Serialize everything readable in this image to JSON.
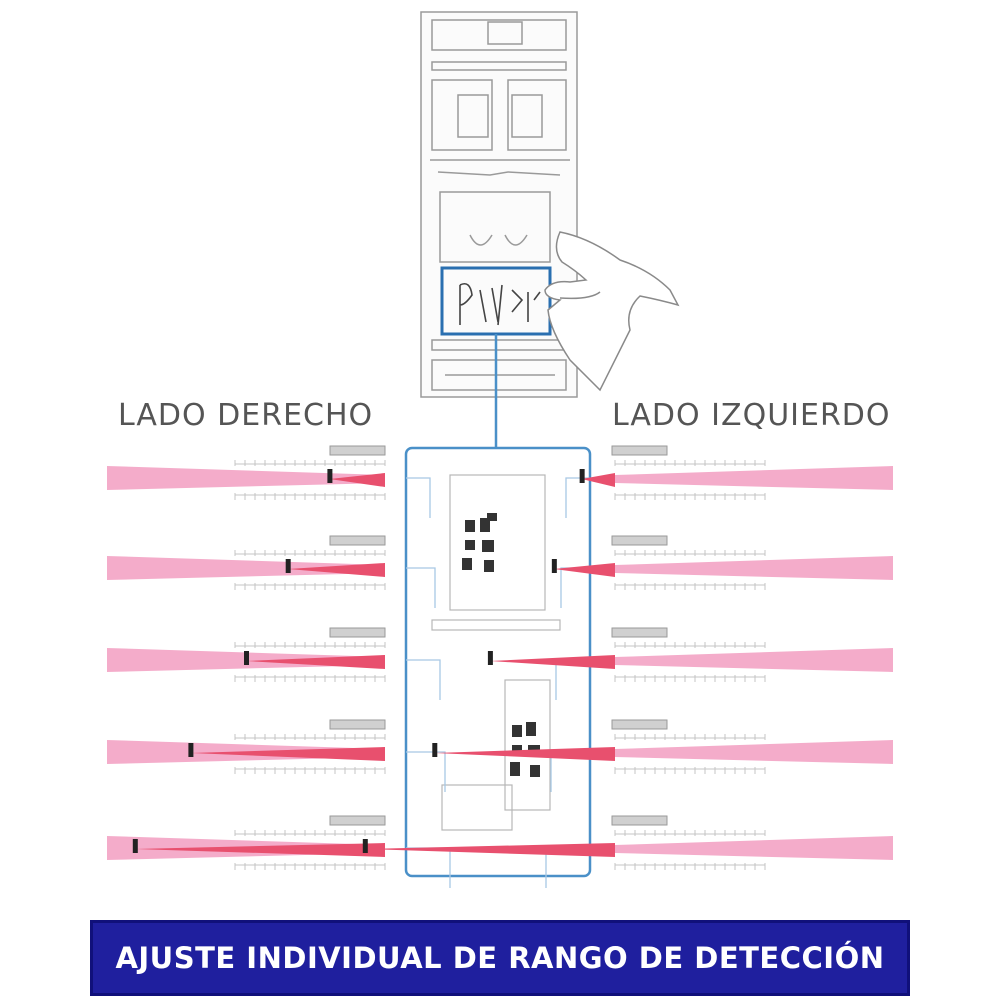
{
  "labels": {
    "right_side": "LADO DERECHO",
    "left_side": "LADO IZQUIERDO"
  },
  "banner": {
    "text": "AJUSTE INDIVIDUAL DE RANGO DE DETECCIÓN"
  },
  "icons": [
    "hand-icon",
    "sensor-unit",
    "control-board"
  ],
  "colors": {
    "beam_light": "#f3a3c4",
    "beam_dark": "#e8506e",
    "connector": "#4a90c8",
    "banner_bg": "#1f1f9e",
    "banner_text": "#ffffff"
  },
  "detection": {
    "right_side_levels": [
      0.2,
      0.35,
      0.5,
      0.7,
      0.9
    ],
    "left_side_levels": [
      0.12,
      0.22,
      0.45,
      0.65,
      0.9
    ]
  }
}
